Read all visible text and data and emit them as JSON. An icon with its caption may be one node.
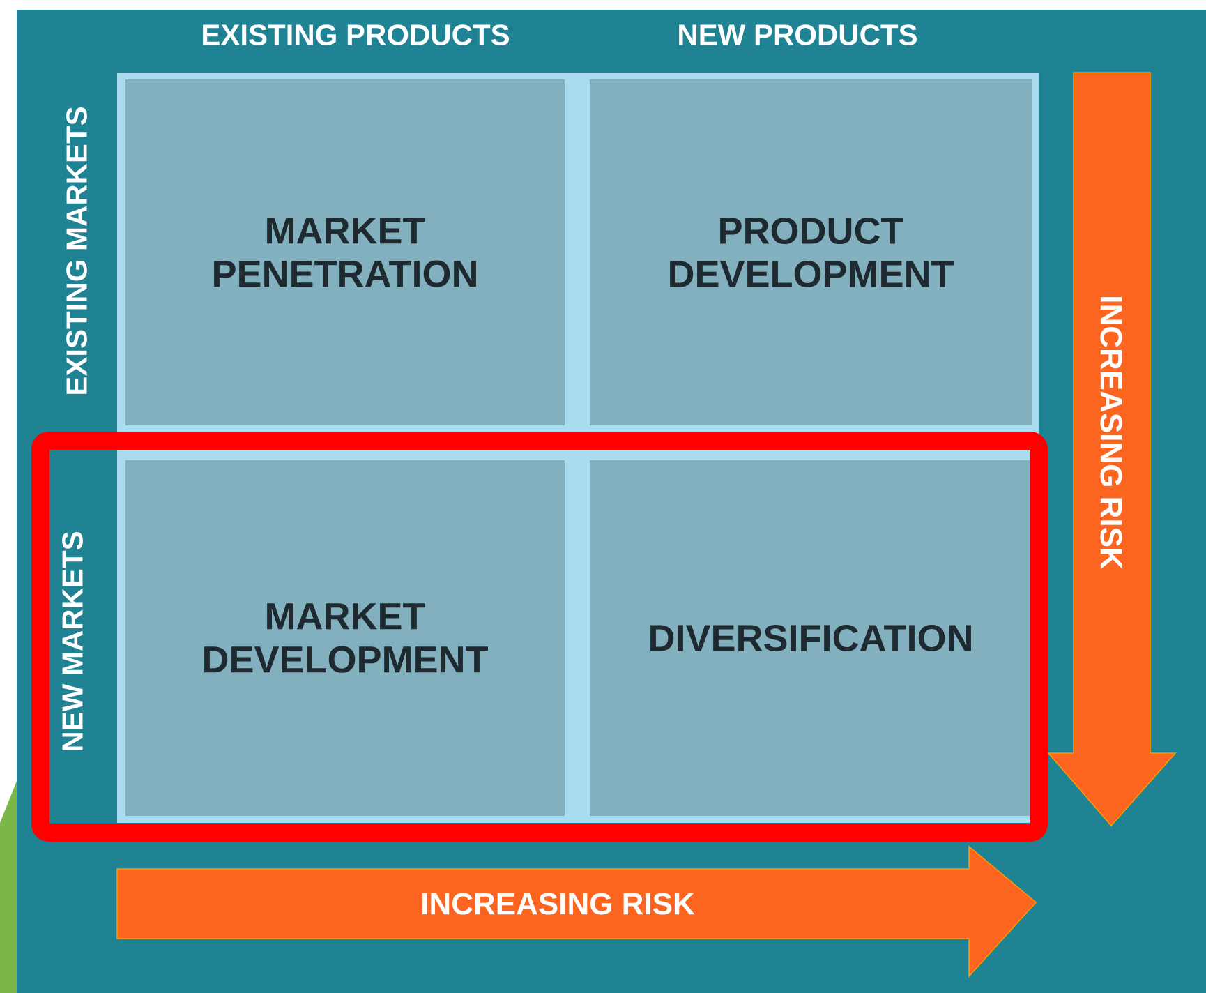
{
  "diagram": {
    "nodes": [
      {
        "text": [
          "MARKET PENETRATION"
        ]
      },
      {
        "text": [
          "PRODUCT DEVELOPMENT"
        ]
      },
      {
        "text": [
          "MARKET DEVELOPMENT"
        ]
      },
      {
        "text": [
          "DIVERSIFICATION"
        ]
      },
      {
        "text": [
          "INCREASING RISK"
        ]
      },
      {
        "text": [
          "INCREASING RISK"
        ]
      }
    ],
    "labels": [
      "EXISTING PRODUCTS",
      "NEW PRODUCTS",
      "EXISTING MARKETS",
      "NEW MARKETS"
    ]
  }
}
